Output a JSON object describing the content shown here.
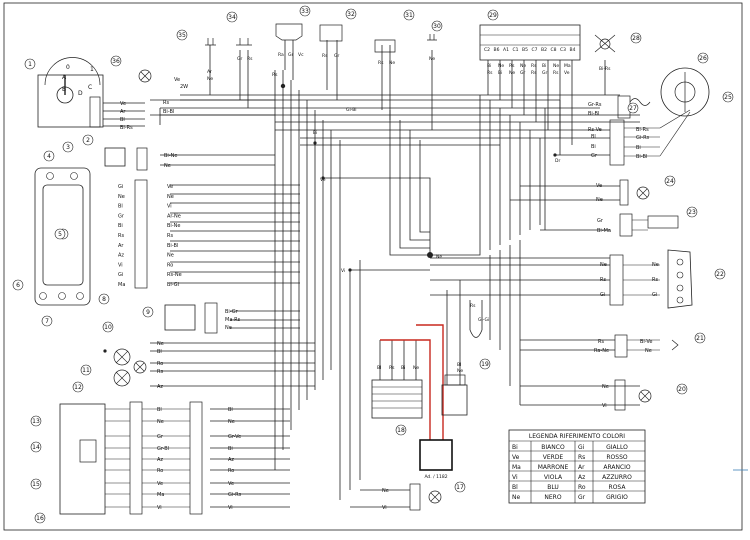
{
  "legend": {
    "title": "LEGENDA RIFERIMENTO COLORI",
    "rows": [
      [
        "Bi",
        "BIANCO",
        "Gi",
        "GIALLO"
      ],
      [
        "Ve",
        "VERDE",
        "Rs",
        "ROSSO"
      ],
      [
        "Ma",
        "MARRONE",
        "Ar",
        "ARANCIO"
      ],
      [
        "Vi",
        "VIOLA",
        "Az",
        "AZZURRO"
      ],
      [
        "Bl",
        "BLU",
        "Ro",
        "ROSA"
      ],
      [
        "Ne",
        "NERO",
        "Gr",
        "GRIGIO"
      ]
    ]
  },
  "component_numbers": [
    "1",
    "2",
    "3",
    "4",
    "5",
    "6",
    "7",
    "8",
    "9",
    "10",
    "11",
    "12",
    "13",
    "14",
    "15",
    "16",
    "17",
    "18",
    "19",
    "20",
    "21",
    "22",
    "23",
    "24",
    "25",
    "26",
    "27",
    "28",
    "29",
    "30",
    "31",
    "32",
    "33",
    "34",
    "35",
    "36"
  ],
  "switch_positions": [
    "0",
    "1",
    "A",
    "B",
    "C",
    "D"
  ],
  "connector_pins": [
    "C2",
    "B6",
    "A1",
    "C1",
    "B5",
    "C7",
    "B2",
    "C8",
    "C3",
    "B4"
  ],
  "box_label": "Ad. / 1182",
  "dash_labels": {
    "left": [
      "Gi",
      "Ne",
      "Bl",
      "Gr",
      "Bi",
      "Rs",
      "Ar",
      "Az",
      "Vi",
      "Gi",
      "Ma"
    ],
    "right": [
      "Ve",
      "Ne",
      "Vi",
      "Ar-Ne",
      "Bi-Ne",
      "Rs",
      "Bi-Bl",
      "Ne",
      "Ro",
      "Rs-Ne",
      "Bi-Gi"
    ]
  },
  "conn12": {
    "left": [
      "Bl",
      "Ne",
      "Gr",
      "Gr-Bl",
      "Az",
      "Ro",
      "Ve",
      "Ma",
      "Vi"
    ],
    "right": [
      "Bl",
      "Ne",
      "Gr-Ve",
      "Bi",
      "Az",
      "Ro",
      "Ve",
      "Gi-Rs",
      "Vi"
    ]
  },
  "conn22": [
    "Ne",
    "Rs",
    "Gi"
  ],
  "conn22_right": [
    "Ne",
    "Rs",
    "Gi"
  ],
  "conn18": [
    "Bl",
    "Rs",
    "Bi",
    "Ne"
  ],
  "misc_labels": {
    "l1": [
      "Ve",
      "Ar",
      "Bl",
      "Bi-Rs"
    ],
    "l1r": [
      "Rs",
      "Bi-Bl"
    ],
    "l2": [
      "Bi-Ne",
      "Ne"
    ],
    "l9": [
      "Bi-Gr",
      "Ma-Rs",
      "Ne"
    ],
    "l10": [
      "Ne",
      "Bl",
      "Ro",
      "Rs",
      "Az"
    ],
    "l24": [
      "Ve",
      "Ne"
    ],
    "l23": [
      "Gr",
      "Bi-Ma"
    ],
    "l21": [
      "Rs",
      "Ra-Ne",
      "Bi-Ve",
      "Ne"
    ],
    "l20": [
      "Ne",
      "Vi"
    ],
    "l17": [
      "Ne",
      "Vi"
    ],
    "l27": [
      "Gr-Rs",
      "Bi-Bl"
    ],
    "l26": [
      "Rs-Ve",
      "Bl",
      "Bi",
      "Gr",
      "Bi-Rs",
      "Gi-Rs",
      "Bi",
      "Bi-Bl"
    ],
    "top36": [
      "Ve",
      "2W"
    ],
    "c35": [
      "Ar",
      "Ne"
    ],
    "c34": [
      "Gr",
      "Rs"
    ],
    "c33": [
      "Ra",
      "Gr",
      "Vc"
    ],
    "c32": [
      "Rs",
      "Gr"
    ],
    "c31": [
      "Rs",
      "Ne"
    ],
    "c30": [
      "Ne"
    ],
    "c28": [
      "Bi-Rs"
    ],
    "c29": [
      "Bi",
      "Ne",
      "Rs",
      "Ne",
      "Rs",
      "Bi",
      "Ne",
      "Ma",
      "Rs",
      "Bi",
      "Ne",
      "Gr",
      "Rs",
      "Gr",
      "Rs",
      "Ve"
    ],
    "mid": [
      "Gi-Bi",
      "Bi",
      "Ve",
      "Vi",
      "Rs",
      "Ne",
      "Dr",
      "Gi-Gi",
      "Rs",
      "Bl",
      "Ne"
    ]
  }
}
